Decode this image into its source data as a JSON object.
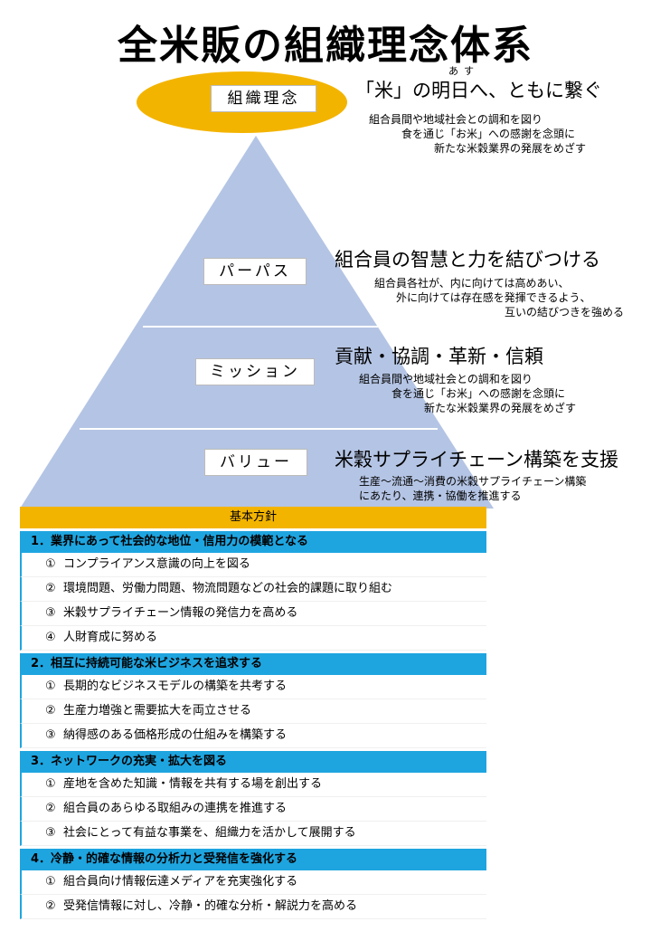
{
  "title": "全米販の組織理念体系",
  "philosophy": {
    "label": "組織理念",
    "headline": "「米」の明日へ、ともに繋ぐ",
    "ruby": "あす",
    "desc": "組合員間や地域社会との調和を図り\n　　　食を通じ「お米」への感謝を念頭に\n　　　　　　新たな米穀業界の発展をめざす"
  },
  "purpose": {
    "label": "パーパス",
    "headline": "組合員の智慧と力を結びつける",
    "desc": "組合員各社が、内に向けては高めあい、\n　　外に向けては存在感を発揮できるよう、\n　　　　　　　　　　　　互いの結びつきを強める"
  },
  "mission": {
    "label": "ミッション",
    "headline": "貢献・協調・革新・信頼",
    "desc": "組合員間や地域社会との調和を図り\n　　　食を通じ「お米」への感謝を念頭に\n　　　　　　新たな米穀業界の発展をめざす"
  },
  "value": {
    "label": "バリュー",
    "headline": "米穀サプライチェーン構築を支援",
    "desc": "生産～流通～消費の米穀サプライチェーン構築\nにあたり、連携・協働を推進する"
  },
  "policy": {
    "header": "基本方針",
    "sections": [
      {
        "title": "1．業界にあって社会的な地位・信用力の模範となる",
        "items": [
          {
            "num": "①",
            "text": "コンプライアンス意識の向上を図る"
          },
          {
            "num": "②",
            "text": "環境問題、労働力問題、物流問題などの社会的課題に取り組む"
          },
          {
            "num": "③",
            "text": "米穀サプライチェーン情報の発信力を高める"
          },
          {
            "num": "④",
            "text": "人財育成に努める"
          }
        ]
      },
      {
        "title": "2．相互に持続可能な米ビジネスを追求する",
        "items": [
          {
            "num": "①",
            "text": "長期的なビジネスモデルの構築を共考する"
          },
          {
            "num": "②",
            "text": "生産力増強と需要拡大を両立させる"
          },
          {
            "num": "③",
            "text": "納得感のある価格形成の仕組みを構築する"
          }
        ]
      },
      {
        "title": "3．ネットワークの充実・拡大を図る",
        "items": [
          {
            "num": "①",
            "text": "産地を含めた知識・情報を共有する場を創出する"
          },
          {
            "num": "②",
            "text": "組合員のあらゆる取組みの連携を推進する"
          },
          {
            "num": "③",
            "text": "社会にとって有益な事業を、組織力を活かして展開する"
          }
        ]
      },
      {
        "title": "4．冷静・的確な情報の分析力と受発信を強化する",
        "items": [
          {
            "num": "①",
            "text": "組合員向け情報伝達メディアを充実強化する"
          },
          {
            "num": "②",
            "text": "受発信情報に対し、冷静・的確な分析・解説力を高める"
          }
        ]
      }
    ]
  },
  "colors": {
    "pyramid": "#b4c4e4",
    "accent": "#f3b400",
    "section": "#1ea5e0"
  }
}
